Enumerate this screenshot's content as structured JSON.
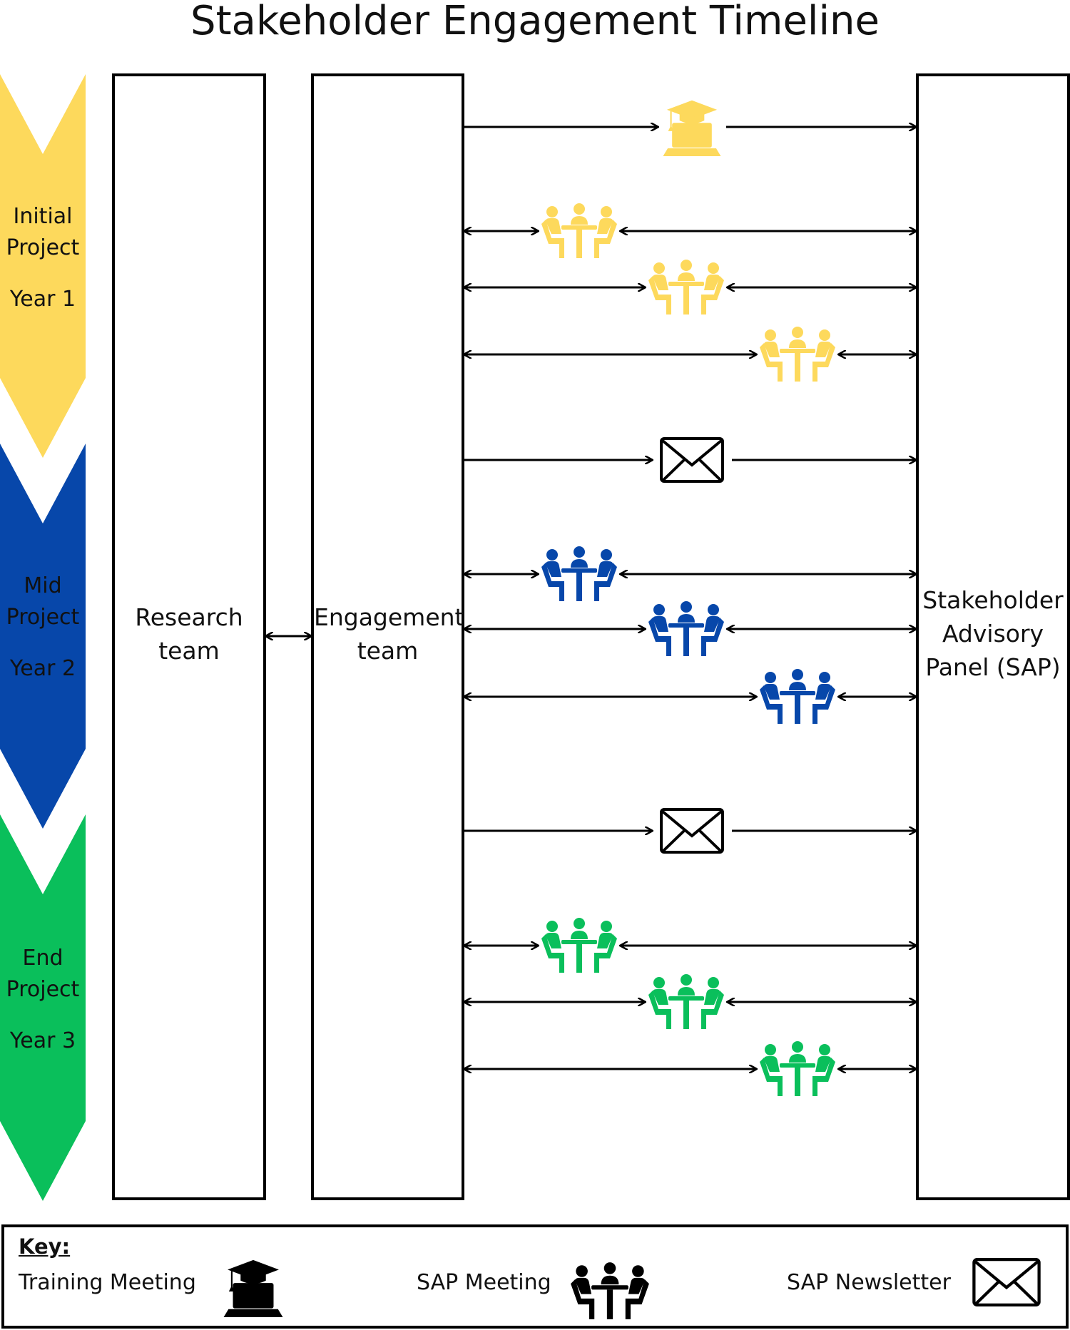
{
  "title": "Stakeholder Engagement Timeline",
  "phases": [
    {
      "name": "Initial\nProject",
      "year": "Year 1",
      "color": "#FDD95C"
    },
    {
      "name": "Mid\nProject",
      "year": "Year 2",
      "color": "#0747AA"
    },
    {
      "name": "End\nProject",
      "year": "Year 3",
      "color": "#0ABF5B"
    }
  ],
  "columns": {
    "research": "Research team",
    "engagement": "Engagement team",
    "sap": "Stakeholder Advisory Panel (SAP)"
  },
  "events": [
    {
      "type": "training",
      "color": "#FDD95C",
      "bidirectional": false
    },
    {
      "type": "meeting",
      "color": "#FDD95C",
      "bidirectional": true
    },
    {
      "type": "meeting",
      "color": "#FDD95C",
      "bidirectional": true
    },
    {
      "type": "meeting",
      "color": "#FDD95C",
      "bidirectional": true
    },
    {
      "type": "newsletter",
      "color": "#000000",
      "bidirectional": false
    },
    {
      "type": "meeting",
      "color": "#0747AA",
      "bidirectional": true
    },
    {
      "type": "meeting",
      "color": "#0747AA",
      "bidirectional": true
    },
    {
      "type": "meeting",
      "color": "#0747AA",
      "bidirectional": true
    },
    {
      "type": "newsletter",
      "color": "#000000",
      "bidirectional": false
    },
    {
      "type": "meeting",
      "color": "#0ABF5B",
      "bidirectional": true
    },
    {
      "type": "meeting",
      "color": "#0ABF5B",
      "bidirectional": true
    },
    {
      "type": "meeting",
      "color": "#0ABF5B",
      "bidirectional": true
    }
  ],
  "key": {
    "title": "Key:",
    "training": "Training Meeting",
    "meeting": "SAP Meeting",
    "newsletter": "SAP Newsletter"
  }
}
